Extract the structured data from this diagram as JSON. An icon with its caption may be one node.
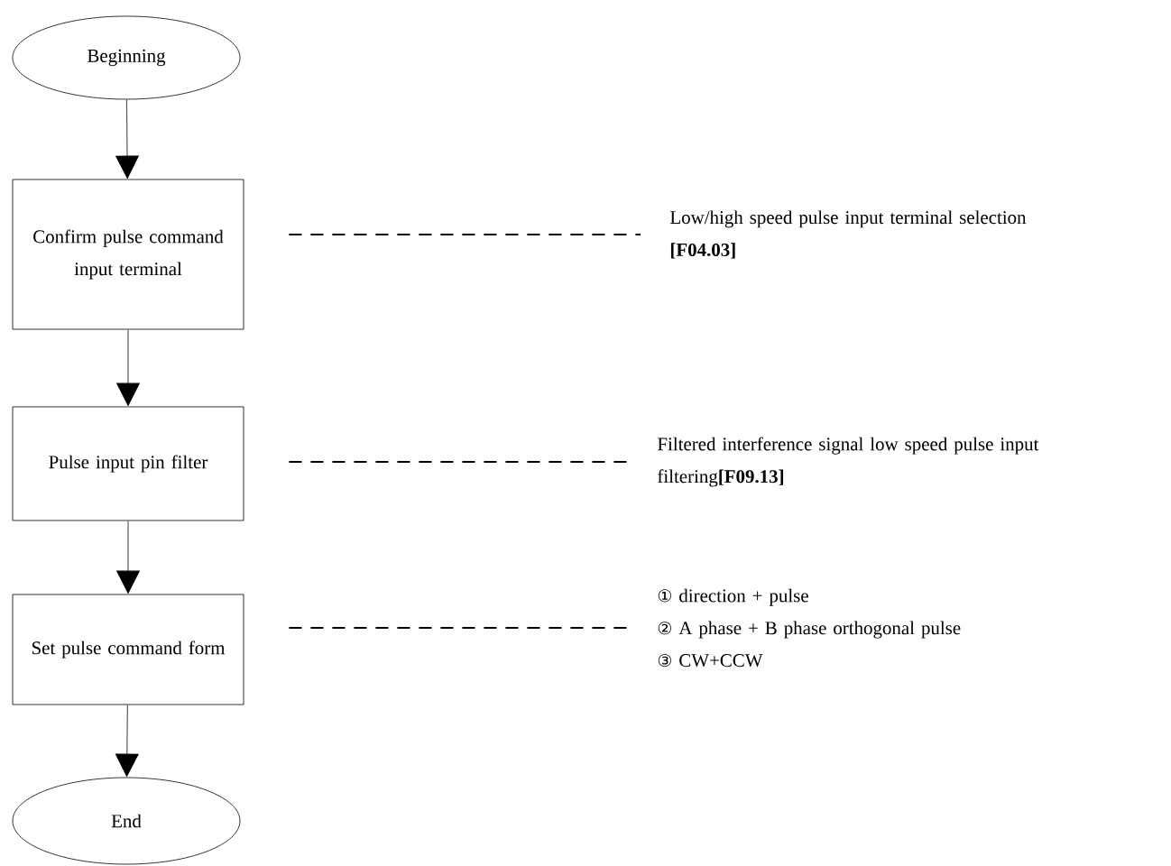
{
  "diagram": {
    "nodes": [
      {
        "text": [
          "Beginning"
        ]
      },
      {
        "text": [
          "Confirm pulse command input terminal"
        ]
      },
      {
        "text": [
          "Pulse input pin filter"
        ]
      },
      {
        "text": [
          "Set pulse command form"
        ]
      },
      {
        "text": [
          "End"
        ]
      },
      {
        "text": [
          "Low/high speed pulse input terminal selection **[F04.03]**"
        ]
      },
      {
        "text": [
          "Filtered interference signal low speed pulse input filtering**[F09.13]**"
        ]
      },
      {
        "text": [
          "① direction + pulse",
          "② A phase + B phase orthogonal pulse",
          "③ CW+CCW"
        ]
      }
    ],
    "edges": [
      {
        "from": 0,
        "to": 1,
        "arrow": "to"
      },
      {
        "from": 1,
        "to": 2,
        "arrow": "to"
      },
      {
        "from": 2,
        "to": 3,
        "arrow": "to"
      },
      {
        "from": 3,
        "to": 4,
        "arrow": "to"
      },
      {
        "from": 1,
        "to": 5,
        "arrow": "none",
        "style": "dashed"
      },
      {
        "from": 2,
        "to": 6,
        "arrow": "none",
        "style": "dashed"
      },
      {
        "from": 3,
        "to": 7,
        "arrow": "none",
        "style": "dashed"
      }
    ]
  }
}
